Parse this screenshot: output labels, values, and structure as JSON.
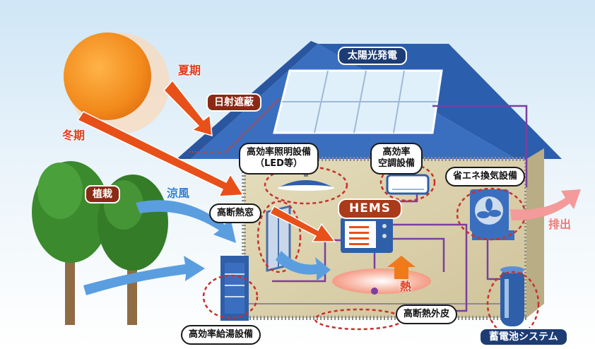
{
  "labels": {
    "solar_panel": "太陽光発電",
    "summer": "夏期",
    "winter": "冬期",
    "solar_shading": "日射遮蔽",
    "planting": "植栽",
    "cool_breeze": "涼風",
    "lighting_line1": "高効率照明設備",
    "lighting_line2": "（LED等）",
    "aircon_line1": "高効率",
    "aircon_line2": "空調設備",
    "ventilation": "省エネ換気設備",
    "exhaust": "排出",
    "insulated_window": "高断熱窓",
    "hems": "HEMS",
    "heat": "熱",
    "insulated_envelope": "高断熱外皮",
    "water_heater": "高効率給湯設備",
    "battery": "蓄電池システム"
  },
  "colors": {
    "roof": "#3a6fc0",
    "wall": "#d9cfa9",
    "sun": "#f28a1c",
    "arrow_red": "#e8501a",
    "arrow_blue": "#5b9ee0",
    "wire": "#7b3fa0",
    "dashed_circle": "#c9302c"
  }
}
